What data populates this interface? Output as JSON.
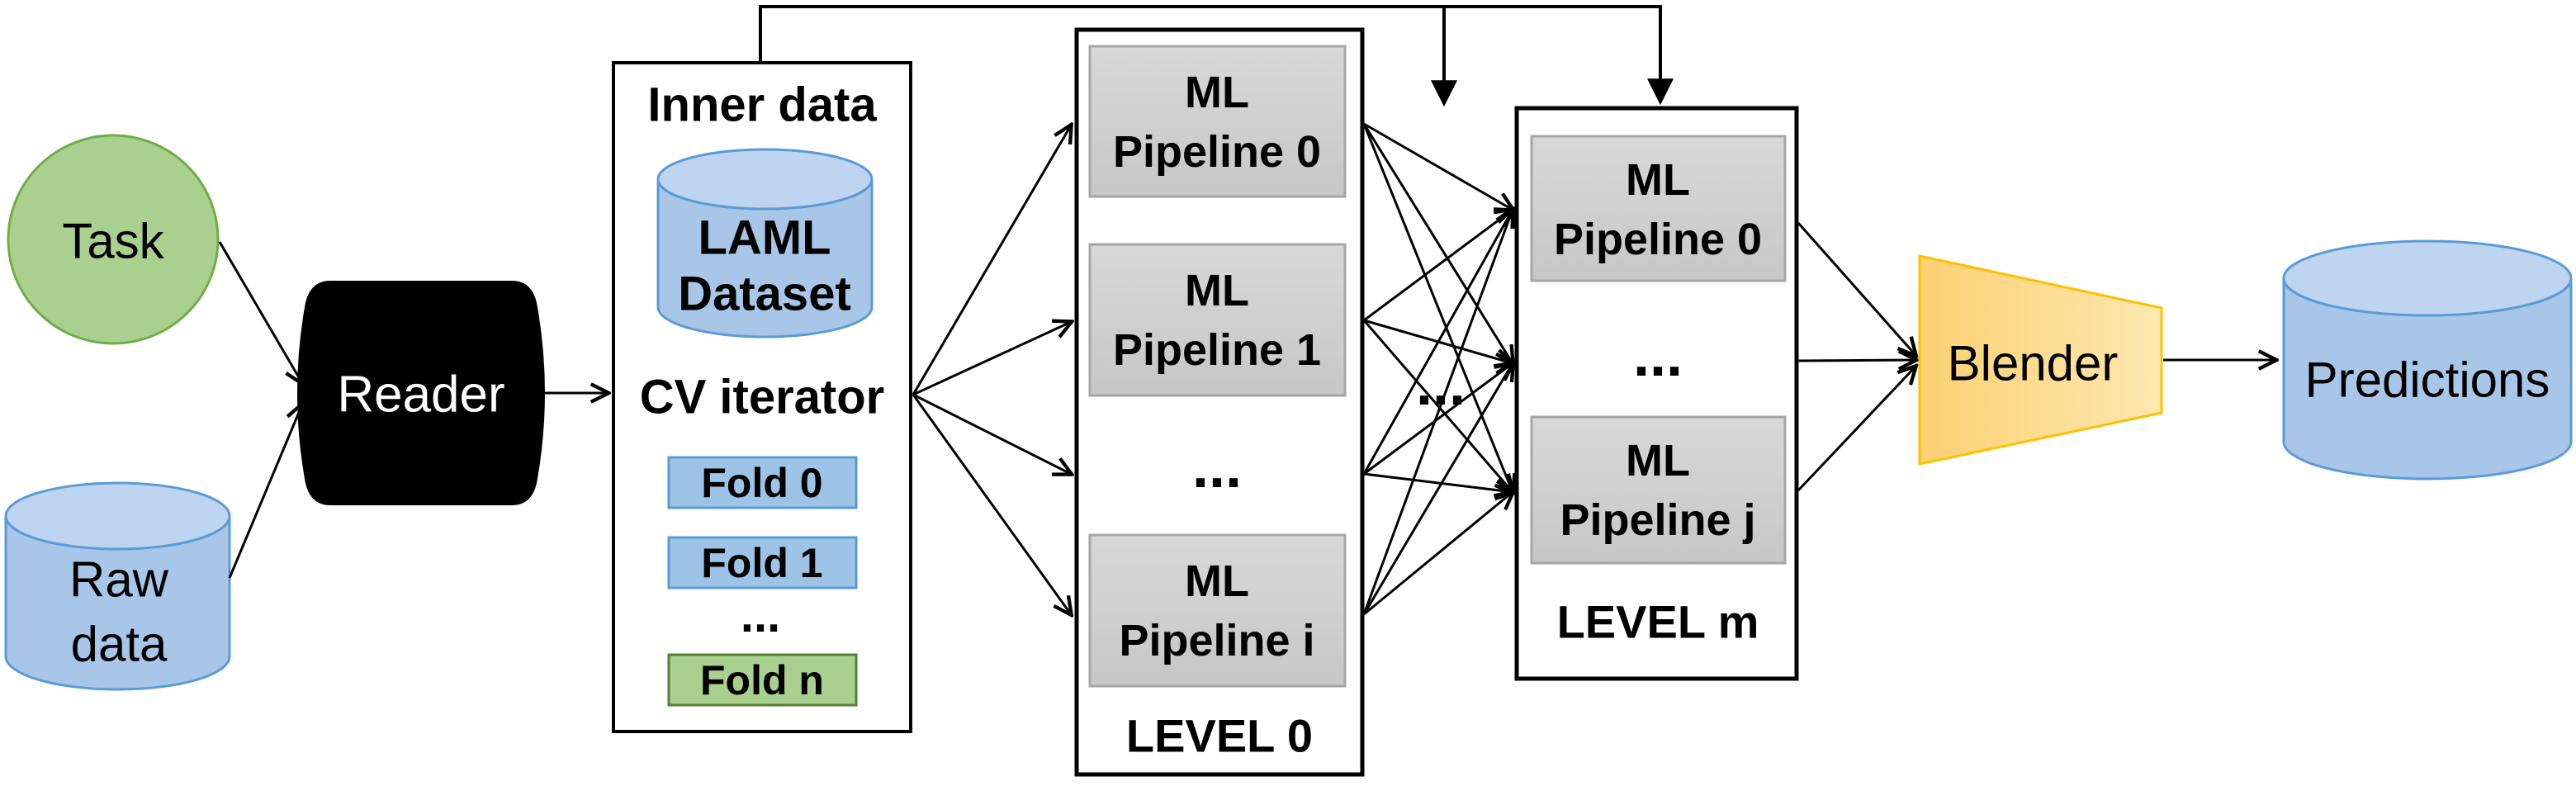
{
  "nodes": {
    "task": {
      "label": "Task"
    },
    "raw_data": {
      "line1": "Raw",
      "line2": "data"
    },
    "reader": {
      "label": "Reader"
    },
    "inner_data": {
      "title": "Inner data",
      "dataset": {
        "line1": "LAML",
        "line2": "Dataset"
      },
      "cv_iterator": "CV iterator",
      "fold_0": "Fold 0",
      "fold_1": "Fold 1",
      "dots": "...",
      "fold_n": "Fold n"
    },
    "level_0": {
      "label": "LEVEL 0",
      "pipeline_0": {
        "line1": "ML",
        "line2": "Pipeline 0"
      },
      "pipeline_1": {
        "line1": "ML",
        "line2": "Pipeline 1"
      },
      "dots": "...",
      "pipeline_i": {
        "line1": "ML",
        "line2": "Pipeline i"
      }
    },
    "levels_gap_dots": "...",
    "level_m": {
      "label": "LEVEL m",
      "pipeline_0": {
        "line1": "ML",
        "line2": "Pipeline 0"
      },
      "dots": "...",
      "pipeline_j": {
        "line1": "ML",
        "line2": "Pipeline j"
      }
    },
    "blender": {
      "label": "Blender"
    },
    "predictions": {
      "label": "Predictions"
    }
  },
  "colors": {
    "task_fill": "#a9d08e",
    "task_stroke": "#70ad47",
    "cylinder_fill": "#a8c6e8",
    "cylinder_top": "#bdd5f0",
    "cylinder_stroke": "#5b9bd5",
    "reader_fill": "#ed7d31",
    "fold_blue_fill": "#9dc3e6",
    "fold_blue_stroke": "#5b9bd5",
    "fold_green_fill": "#a9d08e",
    "fold_green_stroke": "#548235",
    "pipeline_fill": "#d0d0d0",
    "pipeline_stroke": "#a6a6a6",
    "blender_fill": "#fcd981",
    "blender_stroke": "#ffc000",
    "box_stroke": "#000000",
    "arrow": "#000000"
  }
}
